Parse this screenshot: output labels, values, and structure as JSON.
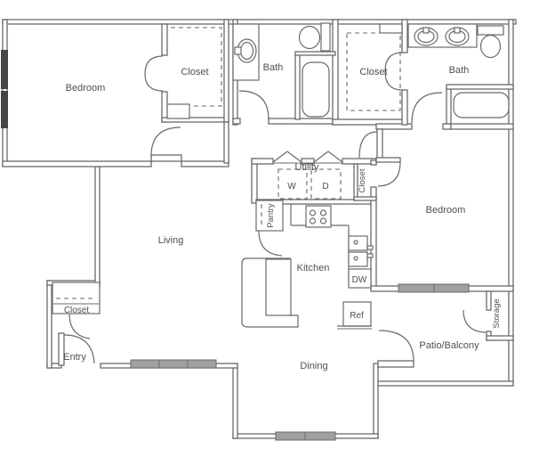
{
  "colors": {
    "wall": "#6a6a6a",
    "text": "#4f4f4f",
    "window_fill": "#a0a0a0",
    "window_dark": "#454545",
    "bg": "#ffffff"
  },
  "labels": {
    "bedroom1": "Bedroom",
    "closet1": "Closet",
    "bath1": "Bath",
    "closet2": "Closet",
    "bath2": "Bath",
    "bedroom2": "Bedroom",
    "utility": "Utility",
    "washer": "W",
    "dryer": "D",
    "bedroom2_closet": "Closet",
    "pantry": "Pantry",
    "kitchen": "Kitchen",
    "living": "Living",
    "entry_closet": "Closet",
    "entry": "Entry",
    "dining": "Dining",
    "fridge": "Ref",
    "dishwasher": "DW",
    "patio": "Patio/Balcony",
    "storage": "Storage"
  }
}
